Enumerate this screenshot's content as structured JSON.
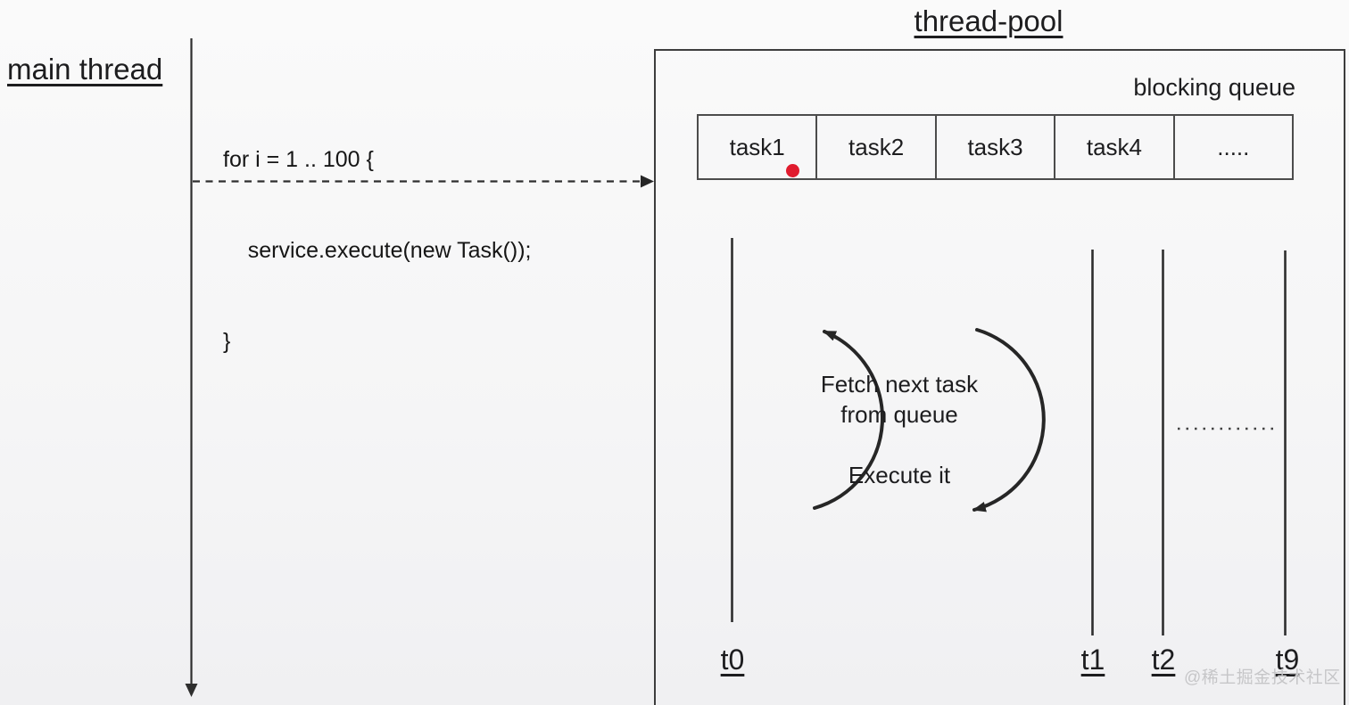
{
  "colors": {
    "background": "#f5f5f6",
    "ink": "#1d1d1f",
    "line": "#2e2e2e",
    "box_border": "#3d3d3d",
    "table_border": "#4c4c4c",
    "task_dot_red": "#e01b2e",
    "watermark_gray": "#c6c6c8"
  },
  "main_thread": {
    "label": "main thread",
    "code": {
      "line1": "for i = 1 .. 100 {",
      "line2": "    service.execute(new Task());",
      "line3": "}"
    }
  },
  "thread_pool": {
    "title": "thread-pool",
    "queue": {
      "label": "blocking queue",
      "cells": [
        "task1",
        "task2",
        "task3",
        "task4",
        "....."
      ]
    },
    "loop": {
      "line1": "Fetch next task",
      "line2": "from queue",
      "line3": "Execute it"
    },
    "threads": [
      "t0",
      "t1",
      "t2",
      "t9"
    ]
  },
  "watermark": {
    "text": "@稀土掘金技术社区"
  }
}
